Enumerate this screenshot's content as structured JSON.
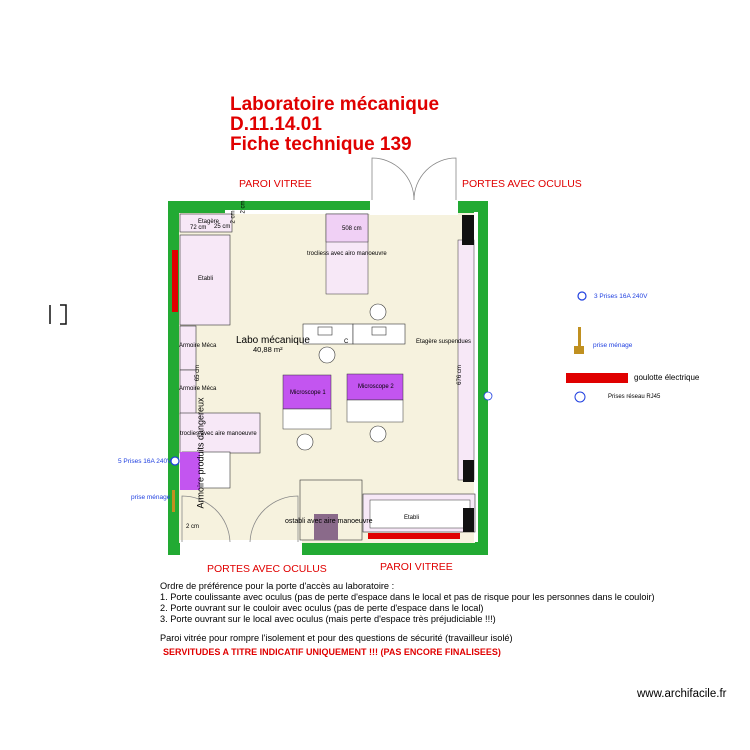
{
  "title": {
    "line1": "Laboratoire mécanique",
    "line2": "D.11.14.01",
    "line3": "Fiche technique 139"
  },
  "labels": {
    "paroi_top": "PAROI VITREE",
    "portes_top": "PORTES AVEC OCULUS",
    "portes_bottom": "PORTES AVEC OCULUS",
    "paroi_bottom": "PAROI VITREE"
  },
  "room": {
    "name": "Labo mécanique",
    "area": "40,88 m²",
    "dim_vertical": "676 cm",
    "dim_top": "508 cm",
    "dim_72": "72 cm",
    "dim_25": "25 cm",
    "dim_2cm_a": "2 cm",
    "dim_2cm_b": "2 cm",
    "dim_bottom_left": "2 cm",
    "dim_side": "65 cm"
  },
  "furniture": {
    "etagere_top": "Etagère",
    "etabli_left": "Etabli",
    "armoire_1": "Armoire Méca",
    "armoire_2": "Armoire Méca",
    "trolley_1": "trocliess avec airo manoeuvre",
    "trolley_2": "troclies avec aire manoeuvre",
    "microscope_1": "Microscope 1",
    "microscope_2": "Microscope 2",
    "etagere_susp": "Etagère suspendues",
    "etabli_bottom": "Etabli",
    "bottom_mid": "ostabli avec aire manoeuvre",
    "vertical_left": "Armoire produits dangereux",
    "chair_c": "C"
  },
  "legend": {
    "prises16": "3 Prises 16A 240V",
    "prise_menage": "prise ménage",
    "goulotte": "goulotte électrique",
    "rj45": "Prises réseau RJ45"
  },
  "left_labels": {
    "prises5": "5 Prises 16A 240V",
    "prise_menage": "prise ménage"
  },
  "notes": {
    "line1": "Ordre de préférence pour la porte d'accès au laboratoire :",
    "line2": "1. Porte coulissante avec oculus (pas de perte d'espace dans le local et pas de risque pour les personnes dans le couloir)",
    "line3": "2. Porte ouvrant sur le couloir avec oculus (pas de perte d'espace dans le local)",
    "line4": "3. Porte ouvrant sur le local avec oculus (mais perte d'espace très préjudiciable !!!)",
    "line5": "Paroi vitrée pour rompre l'isolement et pour des questions de sécurité (travailleur isolé)"
  },
  "warning": "SERVITUDES A TITRE INDICATIF UNIQUEMENT !!! (PAS ENCORE FINALISEES)",
  "brand": "www.archifacile.fr",
  "colors": {
    "wall": "#22aa33",
    "floor": "#f6f2de",
    "furniture": "#f7e8f7",
    "purple": "#c355f0",
    "red": "#e00000"
  }
}
